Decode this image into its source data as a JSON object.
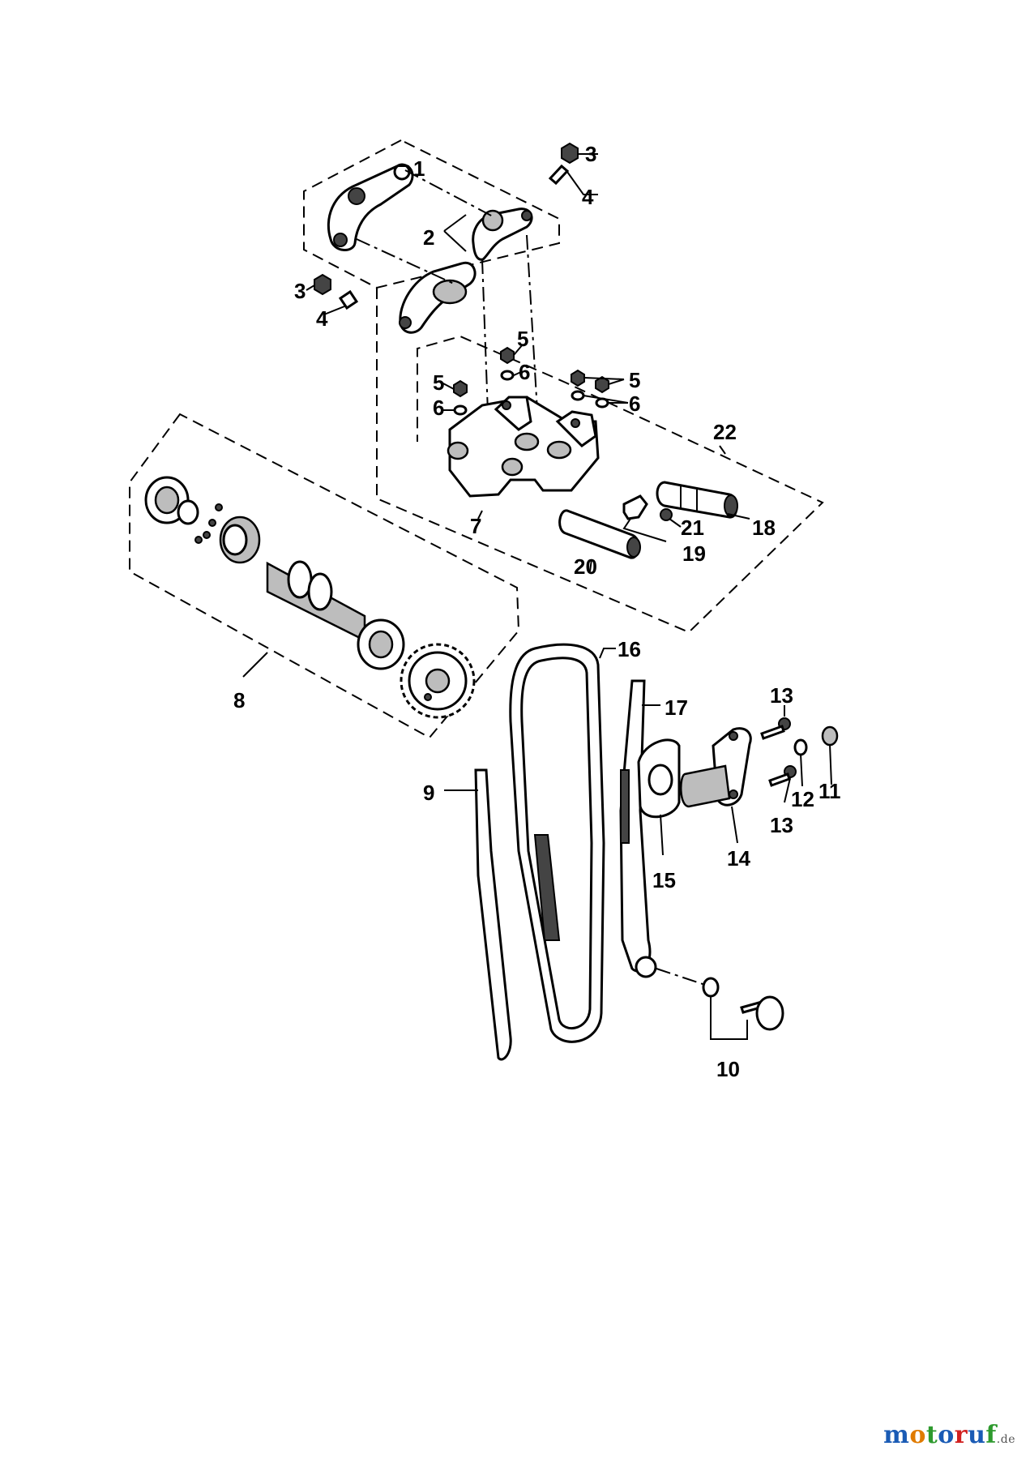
{
  "labels": {
    "p1": "1",
    "p2": "2",
    "p3a": "3",
    "p3b": "3",
    "p4a": "4",
    "p4b": "4",
    "p5a": "5",
    "p5b": "5",
    "p5c": "5",
    "p6a": "6",
    "p6b": "6",
    "p6c": "6",
    "p7": "7",
    "p8": "8",
    "p9": "9",
    "p10": "10",
    "p11": "11",
    "p12": "12",
    "p13a": "13",
    "p13b": "13",
    "p14": "14",
    "p15": "15",
    "p16": "16",
    "p17": "17",
    "p18": "18",
    "p19": "19",
    "p20": "20",
    "p21": "21",
    "p22": "22"
  },
  "watermark": {
    "letters": [
      "m",
      "o",
      "t",
      "o",
      "r",
      "u",
      "f"
    ],
    "colors": [
      "#1a5bb5",
      "#e07b00",
      "#2e9a2e",
      "#1a5bb5",
      "#d12020",
      "#1a5bb5",
      "#2e9a2e"
    ],
    "suffix": ".de"
  }
}
